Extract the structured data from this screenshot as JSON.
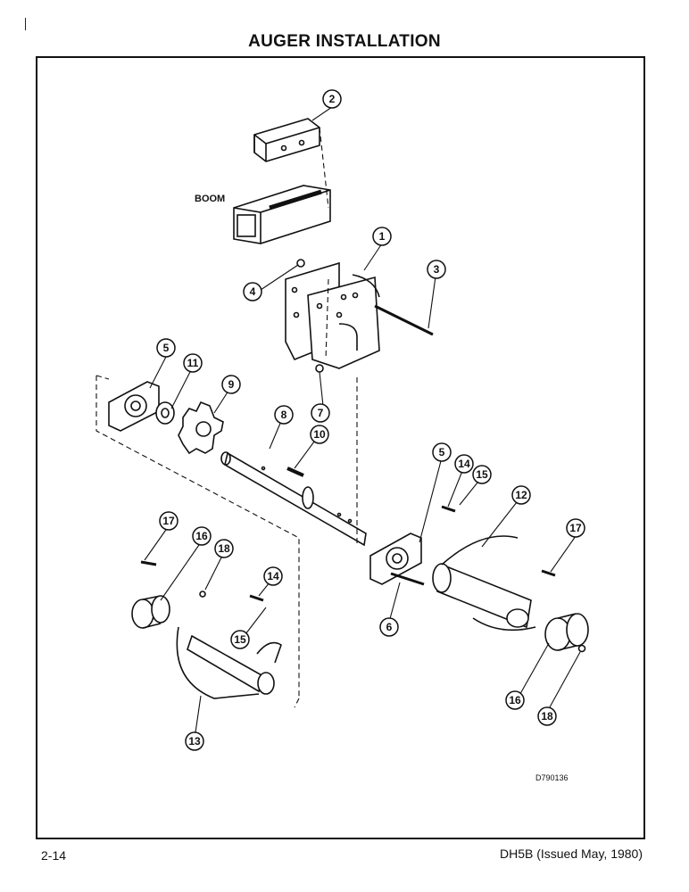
{
  "page": {
    "title": "AUGER INSTALLATION",
    "page_number": "2-14",
    "doc_ref": "DH5B (Issued May, 1980)"
  },
  "diagram": {
    "boom_label": "BOOM",
    "drawing_id": "D790136",
    "callouts": [
      "1",
      "2",
      "3",
      "4",
      "5",
      "5",
      "6",
      "7",
      "8",
      "9",
      "10",
      "11",
      "12",
      "13",
      "14",
      "14",
      "15",
      "15",
      "16",
      "16",
      "17",
      "17",
      "18",
      "18"
    ]
  }
}
